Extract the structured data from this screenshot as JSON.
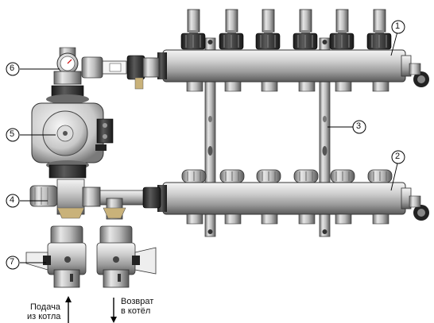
{
  "callouts": [
    {
      "num": "1"
    },
    {
      "num": "2"
    },
    {
      "num": "3"
    },
    {
      "num": "4"
    },
    {
      "num": "5"
    },
    {
      "num": "6"
    },
    {
      "num": "7"
    }
  ],
  "labels": {
    "supply_line1": "Подача",
    "supply_line2": "из котла",
    "return_line1": "Возврат",
    "return_line2": "в котёл"
  }
}
